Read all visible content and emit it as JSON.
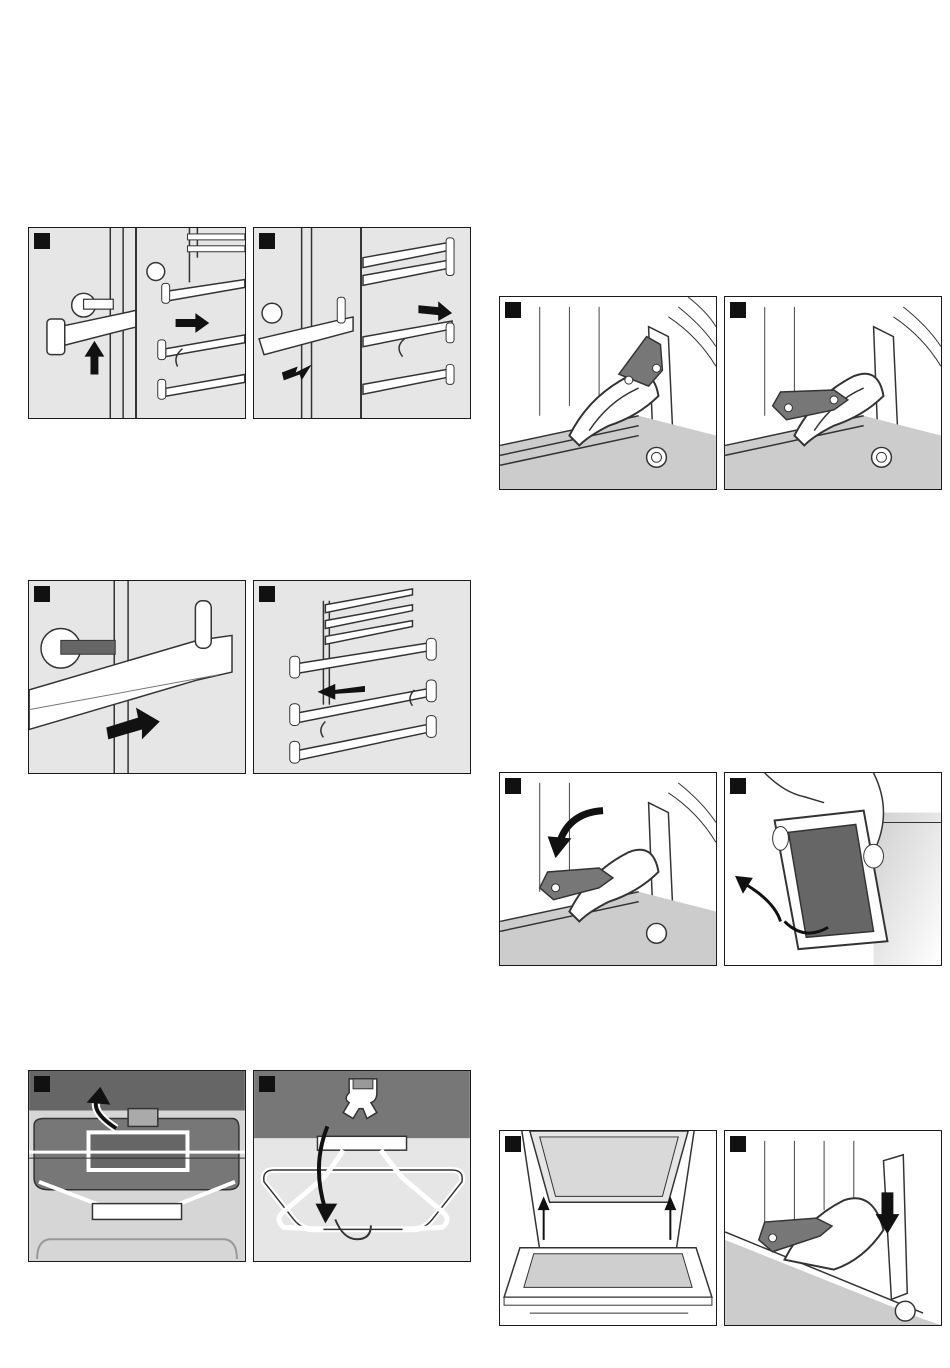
{
  "document": {
    "figures": [
      {
        "id": "rail-unhook",
        "panels": [
          "rail-unhook-detail",
          "rail-unhook-overview"
        ]
      },
      {
        "id": "rail-refit",
        "panels": [
          "rail-refit-detail",
          "rail-refit-overview"
        ]
      },
      {
        "id": "grill-element",
        "panels": [
          "grill-element-lower",
          "grill-element-hook"
        ]
      },
      {
        "id": "hinge-unlock",
        "panels": [
          "hinge-closed",
          "hinge-open"
        ]
      },
      {
        "id": "door-removal",
        "panels": [
          "hinge-fold",
          "door-lift-off"
        ]
      },
      {
        "id": "door-refit",
        "panels": [
          "door-insert",
          "hinge-close"
        ]
      }
    ]
  }
}
